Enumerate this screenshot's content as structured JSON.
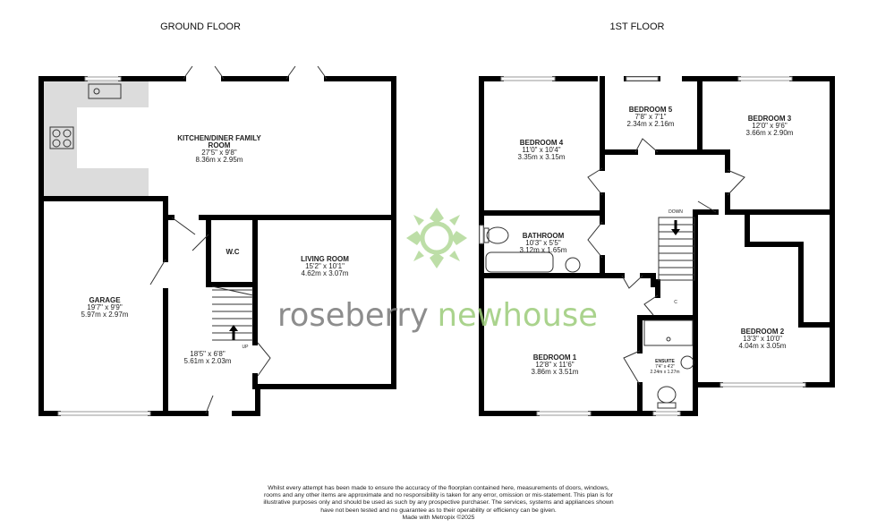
{
  "titles": {
    "ground": "GROUND FLOOR",
    "first": "1ST FLOOR"
  },
  "ground_floor": {
    "kitchen": {
      "name": "KITCHEN/DINER FAMILY",
      "name2": "ROOM",
      "imperial": "27'5\"  x 9'8\"",
      "metric": "8.36m  x 2.95m"
    },
    "garage": {
      "name": "GARAGE",
      "imperial": "19'7\"  x 9'9\"",
      "metric": "5.97m  x 2.97m"
    },
    "wc": {
      "name": "W.C"
    },
    "hall": {
      "imperial": "18'5\"  x 6'8\"",
      "metric": "5.61m  x 2.03m",
      "stairs": "UP"
    },
    "living": {
      "name": "LIVING ROOM",
      "imperial": "15'2\"  x 10'1\"",
      "metric": "4.62m  x 3.07m"
    }
  },
  "first_floor": {
    "bedroom4": {
      "name": "BEDROOM 4",
      "imperial": "11'0\"  x 10'4\"",
      "metric": "3.35m  x 3.15m"
    },
    "bedroom5": {
      "name": "BEDROOM 5",
      "imperial": "7'8\"  x 7'1\"",
      "metric": "2.34m  x 2.16m"
    },
    "bedroom3": {
      "name": "BEDROOM 3",
      "imperial": "12'0\"  x 9'6\"",
      "metric": "3.66m  x 2.90m"
    },
    "bathroom": {
      "name": "BATHROOM",
      "imperial": "10'3\"  x 5'5\"",
      "metric": "3.12m  x 1.65m"
    },
    "landing": {
      "stairs": "DOWN"
    },
    "cupboard": {
      "name": "C"
    },
    "bedroom1": {
      "name": "BEDROOM 1",
      "imperial": "12'8\"  x 11'6\"",
      "metric": "3.86m  x 3.51m"
    },
    "ensuite": {
      "name": "ENSUITE",
      "imperial": "7'4\"  x 4'2\"",
      "metric": "2.24m  x 1.27m"
    },
    "bedroom2": {
      "name": "BEDROOM 2",
      "imperial": "13'3\"  x 10'0\"",
      "metric": "4.04m  x 3.05m"
    }
  },
  "watermark": {
    "part1": "roseberry",
    "part2": "newhouse",
    "brand_grey": "#7a7a7a",
    "brand_green": "#9ccc7a"
  },
  "disclaimer": {
    "text": "Whilst every attempt has been made to ensure the accuracy of the floorplan contained here, measurements of doors, windows, rooms and any other items are approximate and no responsibility is taken for any error, omission or mis-statement. This plan is for illustrative purposes only and should be used as such by any prospective purchaser. The services, systems and appliances shown have not been tested and no guarantee as to their operability or efficiency can be given.",
    "credit": "Made with Metropix ©2025"
  }
}
